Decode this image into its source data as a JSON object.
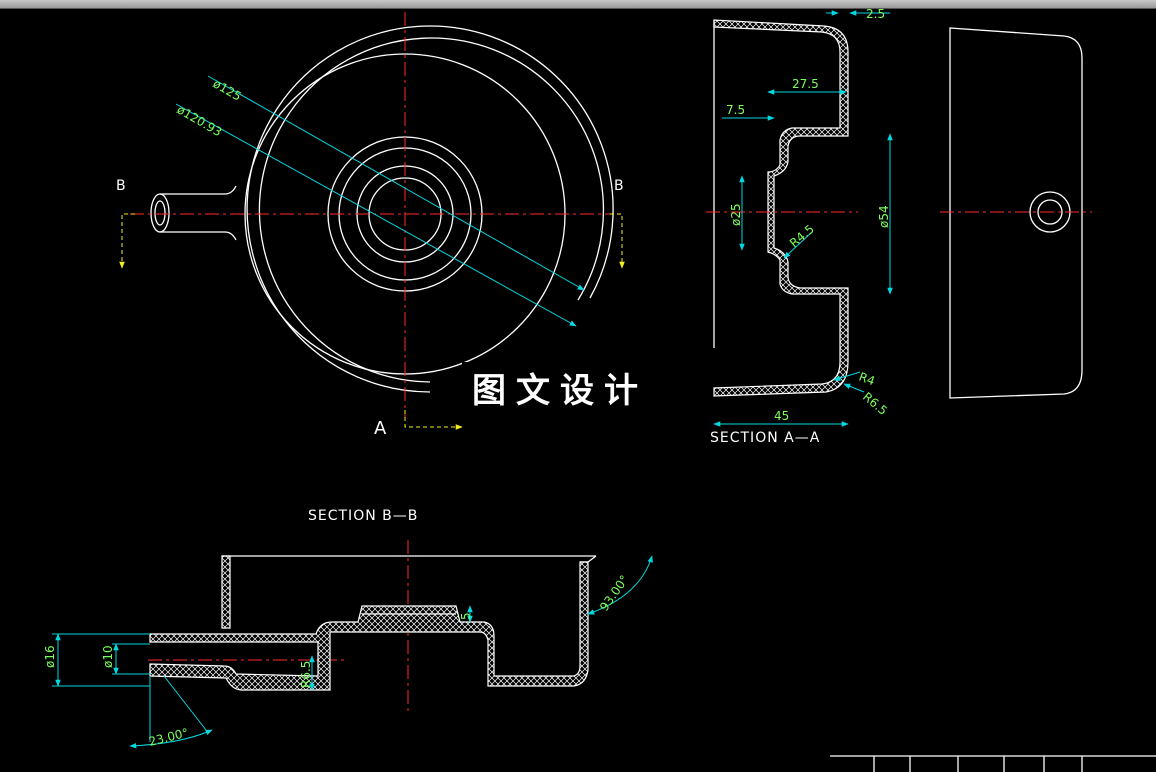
{
  "watermark": "图文设计",
  "labels": {
    "b_left": "B",
    "b_right": "B",
    "a_mark": "A",
    "section_aa": "SECTION  A—A",
    "section_bb": "SECTION  B—B"
  },
  "dims_top": {
    "d125": "ø125",
    "d120": "ø120.93"
  },
  "dims_aa": {
    "t25": "2.5",
    "w275": "27.5",
    "w75": "7.5",
    "d25": "ø25",
    "r45": "R4.5",
    "d54": "ø54",
    "r4": "R4",
    "r65": "R6.5",
    "w45": "45"
  },
  "dims_bb": {
    "h5": "5",
    "d16": "ø16",
    "d10": "ø10",
    "r65": "R6.5",
    "a93": "93.00°",
    "a23": "23.00°"
  },
  "colors": {
    "outline": "#ffffff",
    "centerline": "#ff2a2a",
    "dimension_line": "#00d8e0",
    "dimension_text": "#7cff5a",
    "section_arrow": "#f0f020",
    "background": "#000000"
  }
}
